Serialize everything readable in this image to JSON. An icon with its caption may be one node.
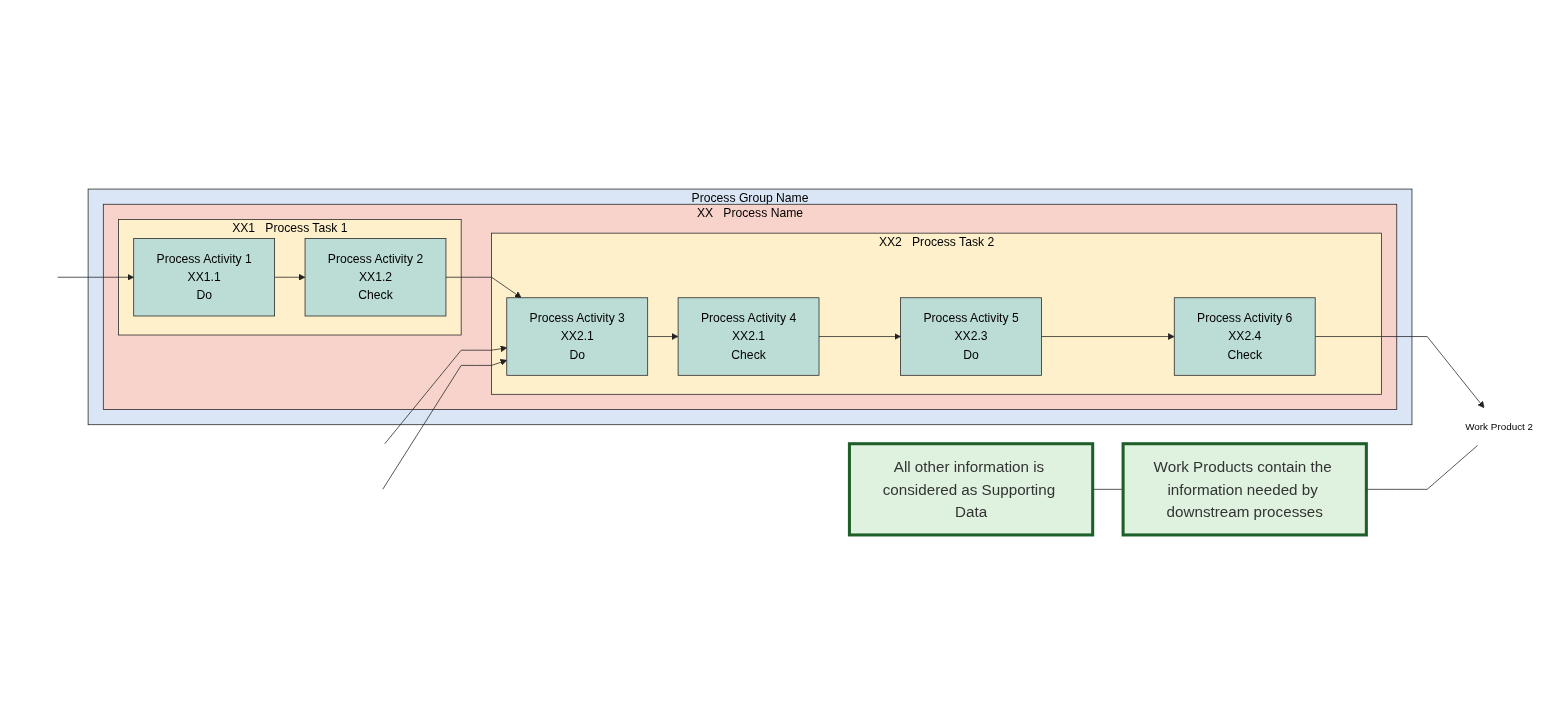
{
  "diagram": {
    "nodes": [
      {
        "text": [
          "Process Group Name"
        ]
      },
      {
        "text": [
          "XX",
          "Process Name"
        ],
        "in": 0
      },
      {
        "text": [
          "XX1",
          "Process Task 1"
        ],
        "in": 1
      },
      {
        "text": [
          "Process Activity 1",
          "XX1.1",
          "Do"
        ],
        "in": 2
      },
      {
        "text": [
          "Process Activity 2",
          "XX1.2",
          "Check"
        ],
        "in": 2
      },
      {
        "text": [
          "XX2",
          "Process Task 2"
        ],
        "in": 1
      },
      {
        "text": [
          "Process Activity 3",
          "XX2.1",
          "Do"
        ],
        "in": 5
      },
      {
        "text": [
          "Process Activity 4",
          "XX2.1",
          "Check"
        ],
        "in": 5
      },
      {
        "text": [
          "Process Activity 5",
          "XX2.3",
          "Do"
        ],
        "in": 5
      },
      {
        "text": [
          "Process Activity 6",
          "XX2.4",
          "Check"
        ],
        "in": 5
      },
      {
        "text": [
          "Work Product 2"
        ]
      },
      {
        "text": [
          "All other information is considered as Supporting Data"
        ]
      },
      {
        "text": [
          "Work Products contain the information needed by downstream processes"
        ]
      }
    ],
    "edges": [
      {
        "from": null,
        "to": 3,
        "arrow": "to"
      },
      {
        "from": 3,
        "to": 4,
        "arrow": "to"
      },
      {
        "from": 4,
        "to": 6,
        "arrow": "to"
      },
      {
        "from": null,
        "to": 6,
        "arrow": "to"
      },
      {
        "from": null,
        "to": 6,
        "arrow": "to"
      },
      {
        "from": 6,
        "to": 7,
        "arrow": "to"
      },
      {
        "from": 7,
        "to": 8,
        "arrow": "to"
      },
      {
        "from": 8,
        "to": 9,
        "arrow": "to"
      },
      {
        "from": 9,
        "to": 10,
        "arrow": "to"
      },
      {
        "from": 11,
        "to": 12,
        "arrow": "none"
      },
      {
        "from": 12,
        "to": 10,
        "arrow": "none"
      }
    ]
  }
}
